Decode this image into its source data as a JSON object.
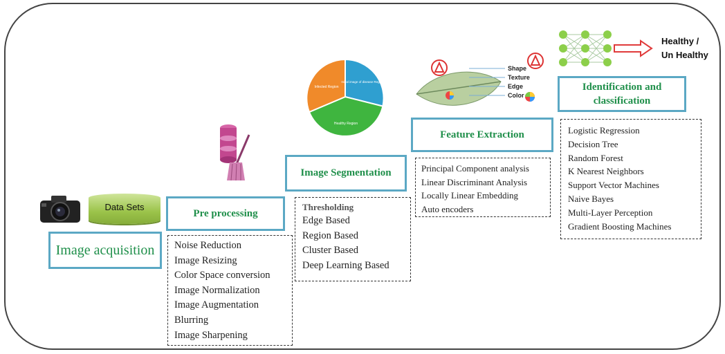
{
  "acquisition": {
    "title": "Image acquisition",
    "datasets_label": "Data Sets"
  },
  "preprocessing": {
    "title": "Pre processing",
    "items": [
      "Noise Reduction",
      "Image Resizing",
      "Color Space conversion",
      "Image Normalization",
      "Image Augmentation",
      "Blurring",
      "Image Sharpening"
    ]
  },
  "segmentation": {
    "title": "Image Segmentation",
    "header": "Thresholding",
    "items": [
      "Edge Based",
      "Region Based",
      "Cluster Based",
      "Deep Learning Based"
    ],
    "pie_labels": {
      "infected": "Infected Region",
      "initial": "Initial image of disease Region",
      "healthy": "Healthy Region"
    }
  },
  "feature": {
    "title": "Feature Extraction",
    "items": [
      "Principal  Component analysis",
      "Linear Discriminant  Analysis",
      "Locally Linear Embedding",
      "Auto encoders"
    ],
    "leaf_labels": [
      "Shape",
      "Texture",
      "Edge",
      "Color"
    ]
  },
  "classification": {
    "title_line1": "Identification and",
    "title_line2": "classification",
    "output_line1": "Healthy /",
    "output_line2": "Un Healthy",
    "items": [
      "Logistic Regression",
      "Decision Tree",
      "Random Forest",
      "K Nearest Neighbors",
      "Support Vector Machines",
      "Naive Bayes",
      "Multi-Layer Perception",
      "Gradient Boosting Machines"
    ]
  },
  "colors": {
    "teal_border": "#5ba8c4",
    "title_green": "#1f8f4a",
    "pie_orange": "#f08a2a",
    "pie_blue": "#2f9fd0",
    "pie_green": "#3fb53f",
    "nn_green": "#8ccf4a",
    "arrow_red": "#e03a3a",
    "db_magenta": "#c2478f"
  }
}
